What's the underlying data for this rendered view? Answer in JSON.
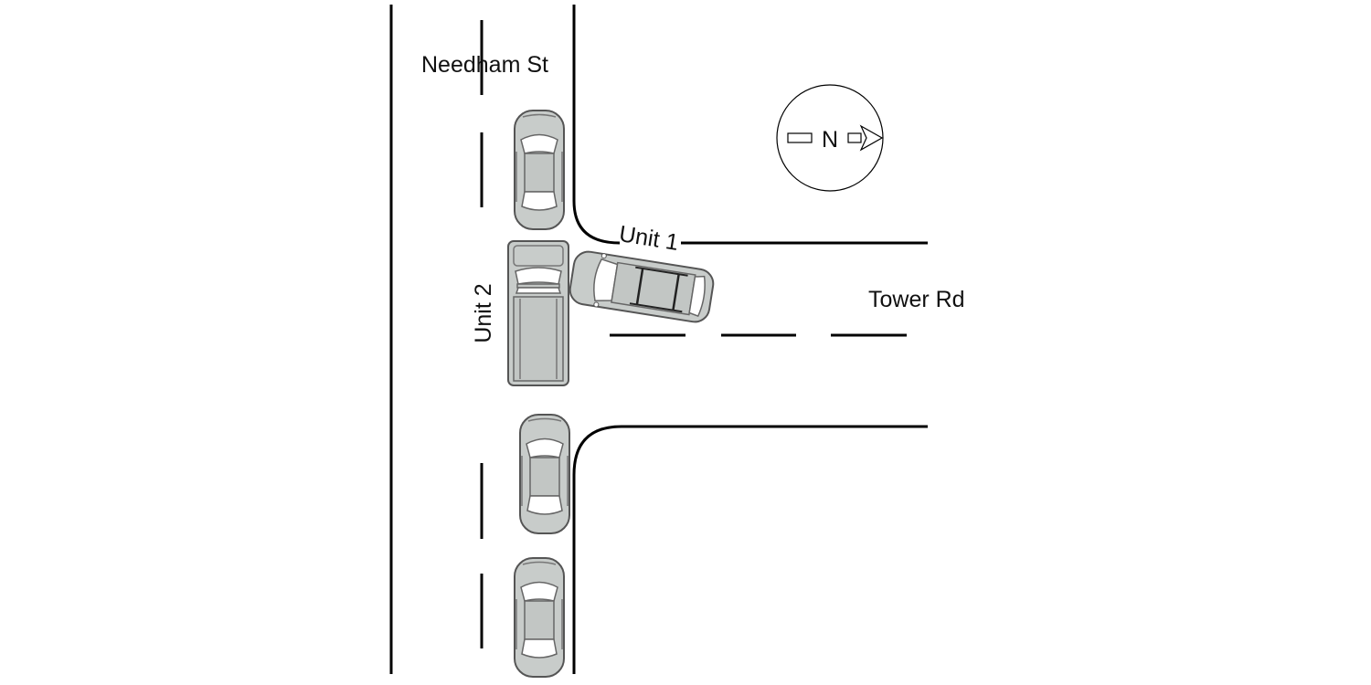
{
  "labels": {
    "street_vertical": "Needham St",
    "street_horizontal": "Tower Rd",
    "unit1": "Unit 1",
    "unit2": "Unit 2",
    "north": "N"
  },
  "colors": {
    "road_line": "#000000",
    "vehicle_fill": "#c8ccca",
    "vehicle_outline": "#555555",
    "glass": "#ffffff"
  },
  "icons": {
    "compass": "north-arrow-icon",
    "vehicle": "car-icon"
  }
}
